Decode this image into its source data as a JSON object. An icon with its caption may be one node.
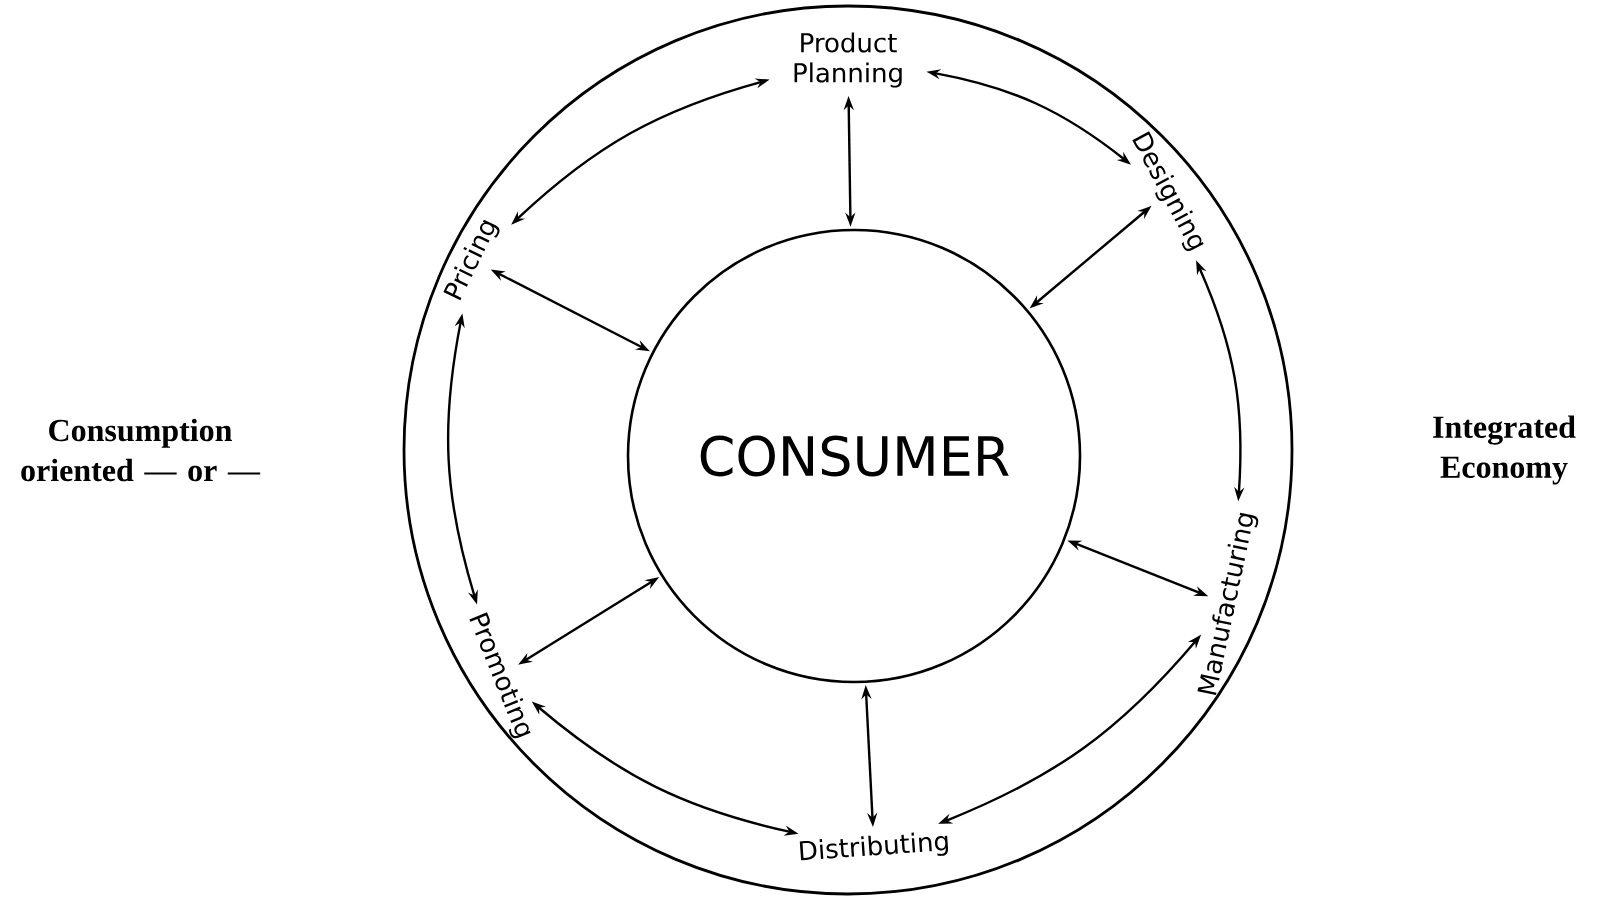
{
  "diagram": {
    "nodes": [
      {
        "text": [
          "CONSUMER"
        ]
      },
      {
        "text": [
          "Product Planning"
        ]
      },
      {
        "text": [
          "Designing"
        ]
      },
      {
        "text": [
          "Manufacturing"
        ]
      },
      {
        "text": [
          "Distributing"
        ]
      },
      {
        "text": [
          "Promoting"
        ]
      },
      {
        "text": [
          "Pricing"
        ]
      }
    ],
    "edges": [
      {
        "from": 0,
        "to": 1,
        "arrow": "both"
      },
      {
        "from": 0,
        "to": 2,
        "arrow": "both"
      },
      {
        "from": 0,
        "to": 3,
        "arrow": "both"
      },
      {
        "from": 0,
        "to": 4,
        "arrow": "both"
      },
      {
        "from": 0,
        "to": 5,
        "arrow": "both"
      },
      {
        "from": 0,
        "to": 6,
        "arrow": "both"
      },
      {
        "from": 1,
        "to": 2,
        "arrow": "both"
      },
      {
        "from": 2,
        "to": 3,
        "arrow": "both"
      },
      {
        "from": 3,
        "to": 4,
        "arrow": "both"
      },
      {
        "from": 4,
        "to": 5,
        "arrow": "both"
      },
      {
        "from": 5,
        "to": 6,
        "arrow": "both"
      },
      {
        "from": 6,
        "to": 1,
        "arrow": "both"
      }
    ],
    "labels": [
      "Consumption oriented — or —",
      "Integrated Economy"
    ]
  }
}
